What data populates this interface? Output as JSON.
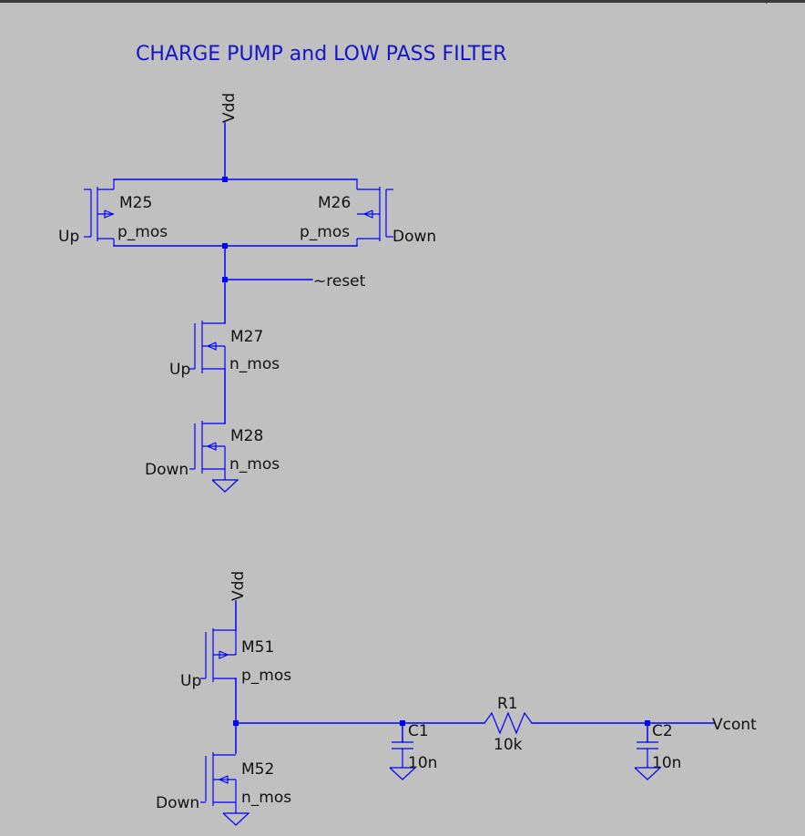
{
  "title": "CHARGE PUMP and LOW PASS FILTER",
  "nets": {
    "vdd_top": "Vdd",
    "vdd_bottom": "Vdd",
    "reset": "~reset",
    "up_m25": "Up",
    "down_m26": "Down",
    "up_m27": "Up",
    "down_m28": "Down",
    "up_m51": "Up",
    "down_m52": "Down",
    "vcont": "Vcont"
  },
  "components": {
    "M25": {
      "name": "M25",
      "model": "p_mos"
    },
    "M26": {
      "name": "M26",
      "model": "p_mos"
    },
    "M27": {
      "name": "M27",
      "model": "n_mos"
    },
    "M28": {
      "name": "M28",
      "model": "n_mos"
    },
    "M51": {
      "name": "M51",
      "model": "p_mos"
    },
    "M52": {
      "name": "M52",
      "model": "n_mos"
    },
    "C1": {
      "name": "C1",
      "value": "10n"
    },
    "R1": {
      "name": "R1",
      "value": "10k"
    },
    "C2": {
      "name": "C2",
      "value": "10n"
    }
  },
  "colors": {
    "background": "#c0c0c0",
    "wire": "#0000ff",
    "title": "#1515c8",
    "text": "#111111"
  }
}
